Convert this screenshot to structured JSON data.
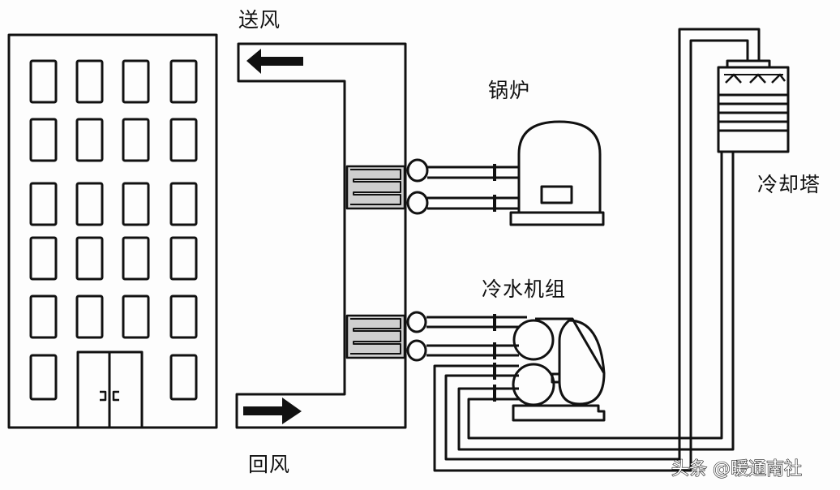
{
  "labels": {
    "supply_air": "送风",
    "return_air": "回风",
    "boiler": "锅炉",
    "chiller": "冷水机组",
    "cooling_tower": "冷却塔"
  },
  "watermark": "头条 @暖通南社",
  "building": {
    "window_rows": 6,
    "window_cols": 4
  },
  "colors": {
    "line": "#111111",
    "background": "#fdfdfd",
    "coil_fill": "#cfcfcf"
  }
}
